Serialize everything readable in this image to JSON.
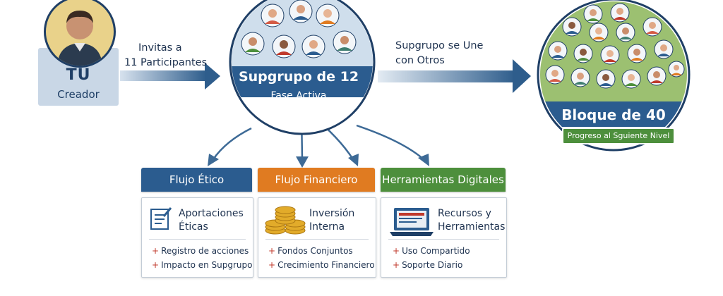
{
  "creator": {
    "title": "TÚ",
    "subtitle": "Creador"
  },
  "invite_arrow": {
    "line1": "Invitas a",
    "line2": "11 Participantes"
  },
  "subgroup": {
    "title": "Supgrupo de 12",
    "subtitle": "Fase Activa"
  },
  "join_arrow": {
    "line1": "Supgrupo se Une",
    "line2": "con Otros"
  },
  "block": {
    "title": "Bloque de 40",
    "badge": "Progreso al Sguiente Nivel"
  },
  "flows": [
    {
      "header": "Flujo Ético",
      "color": "#2b5c8f",
      "icon": "checklist-icon",
      "title1": "Aportaciones",
      "title2": "Éticas",
      "items": [
        "Registro de acciones",
        "Impacto en Supgrupo"
      ]
    },
    {
      "header": "Flujo Financiero",
      "color": "#e07b21",
      "icon": "coins-icon",
      "title1": "Inversión Interna",
      "title2": "",
      "items": [
        "Fondos Conjuntos",
        "Crecimiento Financiero"
      ]
    },
    {
      "header": "Herramientas Digitales",
      "color": "#4d8f3c",
      "icon": "laptop-icon",
      "title1": "Recursos y",
      "title2": "Herramientas",
      "items": [
        "Uso Compartido",
        "Soporte Diario"
      ]
    }
  ],
  "colors": {
    "navy": "#1f3f66",
    "arrow_blue": "#3d6a96",
    "green": "#4d8f3c",
    "orange": "#e07b21"
  }
}
